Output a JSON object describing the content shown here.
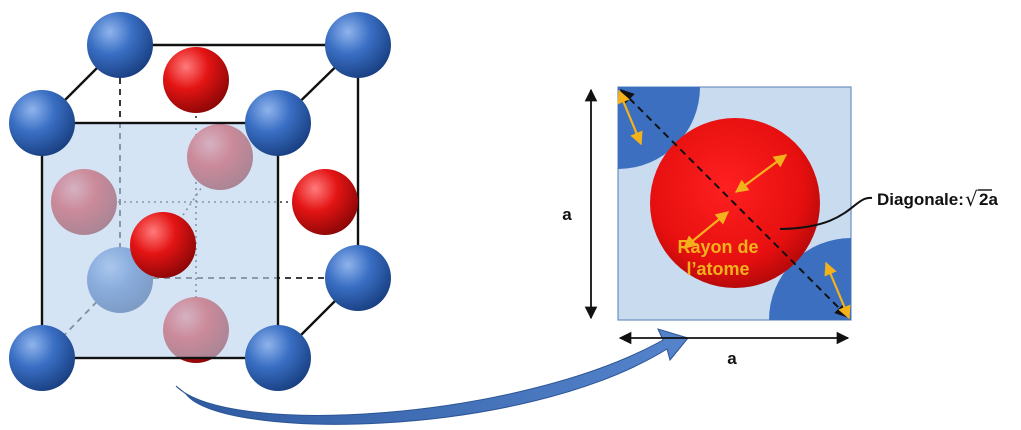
{
  "labels": {
    "side_vertical": "a",
    "side_horizontal": "a",
    "diagonal_prefix": "Diagonale:",
    "diagonal_root": "√",
    "diagonal_value": "2a",
    "atom_radius_line1": "Rayon de",
    "atom_radius_line2": "l’atome"
  },
  "colors": {
    "corner_atom": "#3a6fc4",
    "face_atom": "#e41414",
    "face_plane": "#c9dbef",
    "arrow_blue": "#3f6fb8",
    "radius_arrow": "#f3b21b",
    "edge": "#111111"
  }
}
